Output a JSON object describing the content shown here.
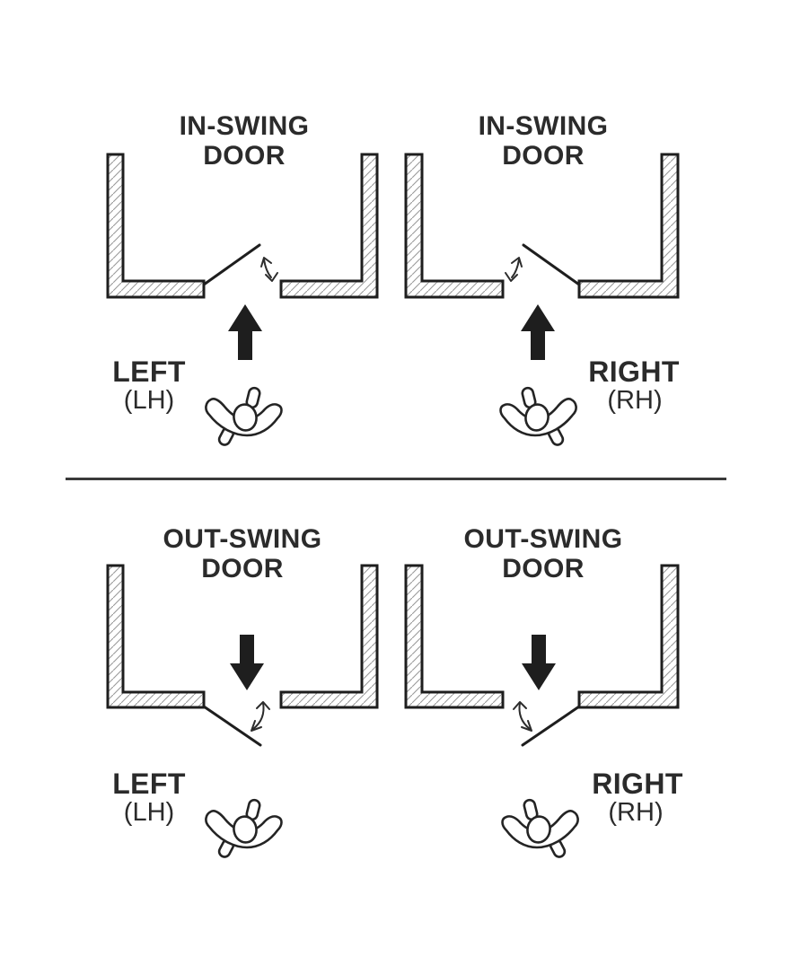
{
  "colors": {
    "paper": "#ffffff",
    "ink": "#1e1e1e",
    "text": "#2b2b2b",
    "hatch": "#9a9a9a",
    "divider": "#3a3a3a"
  },
  "icons": {
    "person": "person-top-view-icon",
    "approach_arrow": "solid-direction-arrow-icon",
    "swing_arc": "double-headed-swing-arc-icon"
  },
  "quadrants": [
    {
      "id": "in-swing-left",
      "swing_type": "in-swing",
      "handing": "left",
      "title_line1": "IN-SWING",
      "title_line2": "DOOR",
      "hand_label": "LEFT",
      "hand_abbr": "(LH)"
    },
    {
      "id": "in-swing-right",
      "swing_type": "in-swing",
      "handing": "right",
      "title_line1": "IN-SWING",
      "title_line2": "DOOR",
      "hand_label": "RIGHT",
      "hand_abbr": "(RH)"
    },
    {
      "id": "out-swing-left",
      "swing_type": "out-swing",
      "handing": "left",
      "title_line1": "OUT-SWING",
      "title_line2": "DOOR",
      "hand_label": "LEFT",
      "hand_abbr": "(LH)"
    },
    {
      "id": "out-swing-right",
      "swing_type": "out-swing",
      "handing": "right",
      "title_line1": "OUT-SWING",
      "title_line2": "DOOR",
      "hand_label": "RIGHT",
      "hand_abbr": "(RH)"
    }
  ]
}
